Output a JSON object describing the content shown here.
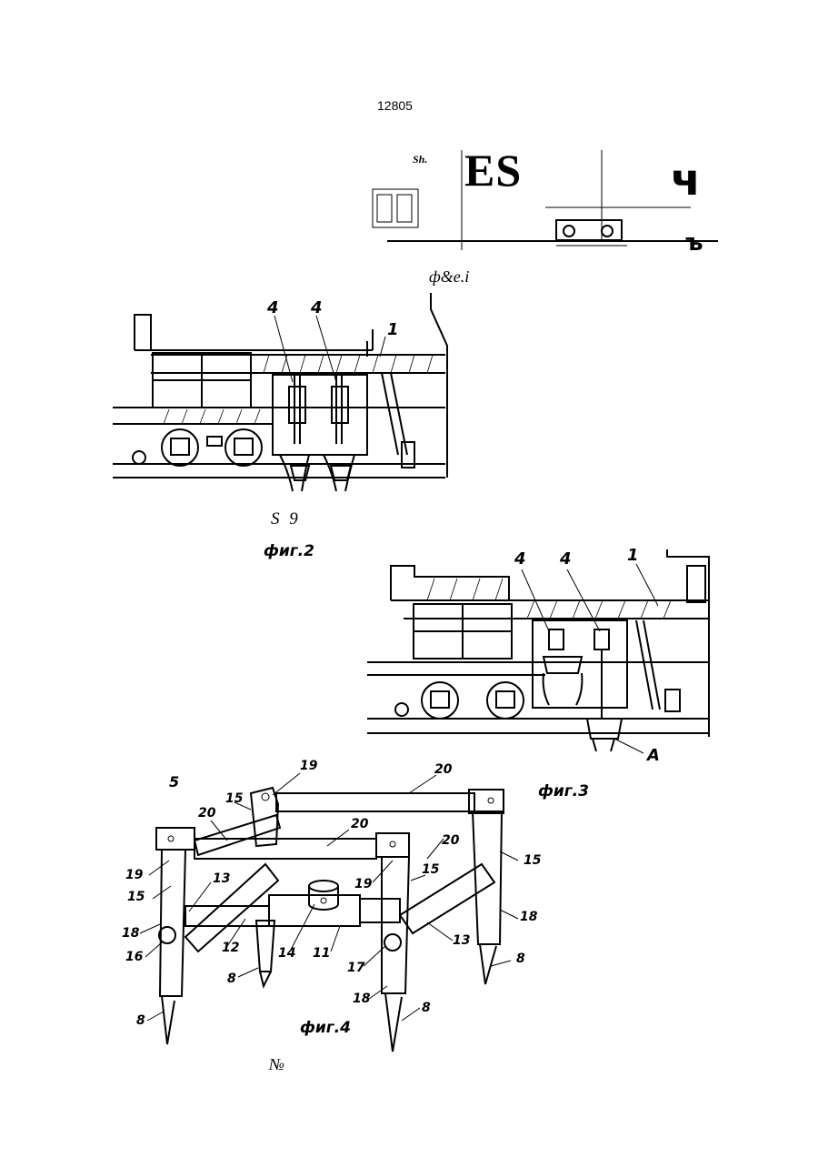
{
  "page": {
    "page_number": "12805",
    "header_fragments": {
      "sh": "Sh.",
      "es": "ES",
      "ch": "ч",
      "bracket": "ъ"
    },
    "captions": {
      "fig1": "ф&e.i",
      "s9": "S 9",
      "fig2": "фиг.2",
      "fig3": "фиг.3",
      "fig4": "фиг.4",
      "number_sign": "№"
    },
    "callouts_fig2": [
      "4",
      "4",
      "1"
    ],
    "callouts_fig3": [
      "4",
      "4",
      "1",
      "A"
    ],
    "callouts_fig4": [
      "5",
      "19",
      "20",
      "15",
      "20",
      "20",
      "20",
      "19",
      "15",
      "19",
      "15",
      "15",
      "13",
      "18",
      "16",
      "12",
      "8",
      "14",
      "11",
      "17",
      "13",
      "18",
      "8",
      "18",
      "8",
      "8"
    ]
  }
}
